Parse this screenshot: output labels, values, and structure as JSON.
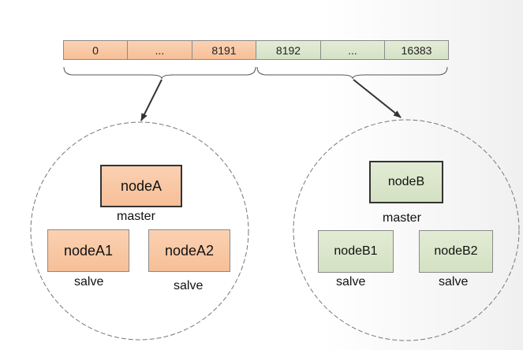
{
  "slots": [
    "0",
    "...",
    "8191",
    "8192",
    "...",
    "16383"
  ],
  "nodes": {
    "nodeA": "nodeA",
    "nodeA1": "nodeA1",
    "nodeA2": "nodeA2",
    "nodeB": "nodeB",
    "nodeB1": "nodeB1",
    "nodeB2": "nodeB2"
  },
  "roles": {
    "master": "master",
    "slave": "salve"
  },
  "colors": {
    "groupA": "#f6bf98",
    "groupB": "#d5e2c4",
    "border": "#8a8a8a"
  }
}
